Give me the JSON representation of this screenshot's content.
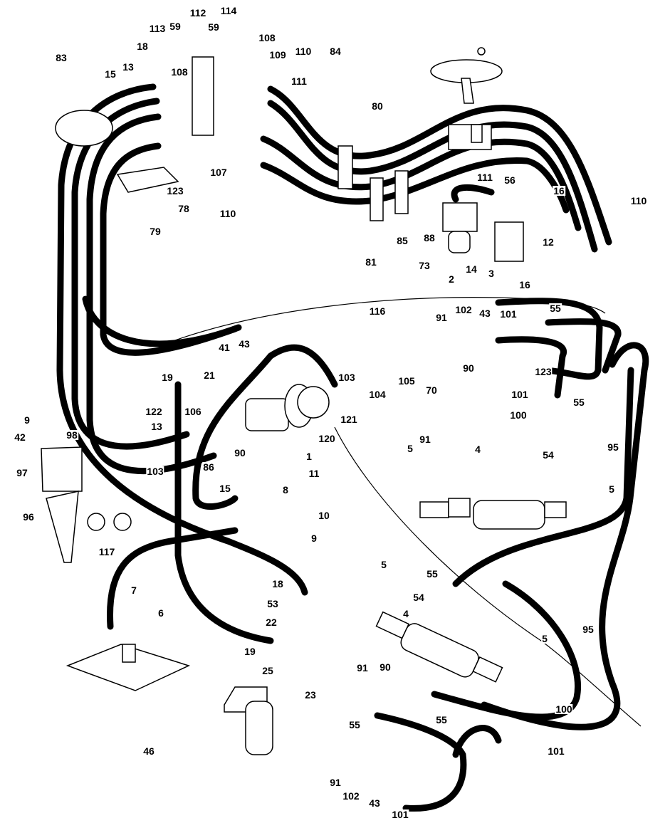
{
  "diagram": {
    "title": "",
    "callouts": [
      "114",
      "112",
      "59",
      "59",
      "113",
      "108",
      "84",
      "18",
      "108",
      "109",
      "110",
      "83",
      "15",
      "13",
      "111",
      "80",
      "107",
      "123",
      "78",
      "79",
      "110",
      "111",
      "56",
      "16",
      "110",
      "12",
      "81",
      "85",
      "88",
      "73",
      "2",
      "14",
      "3",
      "16",
      "116",
      "91",
      "102",
      "43",
      "101",
      "55",
      "41",
      "43",
      "21",
      "19",
      "103",
      "104",
      "105",
      "70",
      "90",
      "123",
      "55",
      "101",
      "100",
      "122",
      "106",
      "120",
      "121",
      "9",
      "98",
      "42",
      "13",
      "1",
      "90",
      "103",
      "86",
      "15",
      "5",
      "91",
      "4",
      "54",
      "95",
      "97",
      "11",
      "8",
      "5",
      "96",
      "10",
      "117",
      "9",
      "5",
      "7",
      "18",
      "55",
      "54",
      "53",
      "6",
      "4",
      "22",
      "95",
      "5",
      "19",
      "91",
      "90",
      "25",
      "100",
      "23",
      "55",
      "55",
      "101",
      "46",
      "91",
      "102",
      "43",
      "101"
    ]
  }
}
